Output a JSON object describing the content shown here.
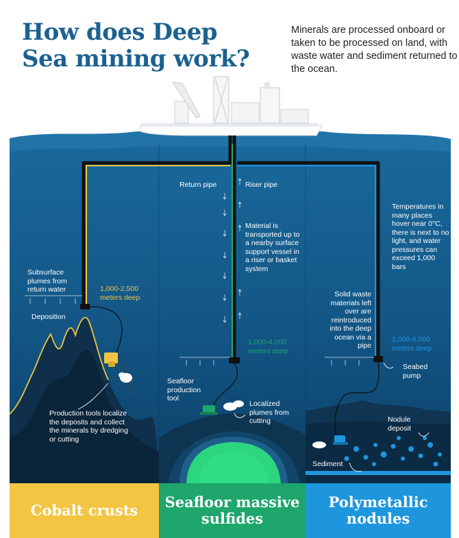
{
  "title": "How does Deep Sea mining work?",
  "subtitle": "Minerals are processed onboard or taken to be processed on land, with waste water and sediment returned to the ocean.",
  "colors": {
    "title": "#1b6190",
    "ocean_top": "#1a6a9d",
    "ocean_bottom": "#0c3f66",
    "cobalt": "#f2c542",
    "sulfides": "#1ea66d",
    "nodules": "#1e96dd",
    "return_pipe": "#f2c542",
    "riser_pipe": "#2ea86b",
    "pipe_dark": "#111111"
  },
  "labels": {
    "return_pipe": "Return pipe",
    "riser_pipe": "Riser pipe",
    "material_transport": "Material is transported up to a nearby surface support vessel in a riser or basket system",
    "conditions": "Temperatures in many places hover near 0°C, there is next to no light, and water pressures can exceed 1,000 bars",
    "subsurface_plumes": "Subsurface plumes from return water",
    "depth_cobalt": "1,000-2,500 meters deep",
    "deposition": "Deposition",
    "solid_waste": "Solid waste materials left over are reintroduced into the deep ocean via a pipe",
    "depth_sulfides": "1,000-4,000 meters deep",
    "depth_nodules": "3,000-6,500 meters deep",
    "seabed_pump": "Seabed pump",
    "production_tool": "Seafloor production tool",
    "localized_plumes": "Localized plumes from cutting",
    "production_tools_note": "Production tools localize the deposits and collect the minerals by dredging or cutting",
    "nodule_deposit": "Nodule deposit",
    "sediment": "Sediment"
  },
  "categories": [
    {
      "label": "Cobalt crusts",
      "color": "#f2c542"
    },
    {
      "label": "Seafloor massive sulfides",
      "color": "#1ea66d"
    },
    {
      "label": "Polymetallic nodules",
      "color": "#1e96dd"
    }
  ]
}
